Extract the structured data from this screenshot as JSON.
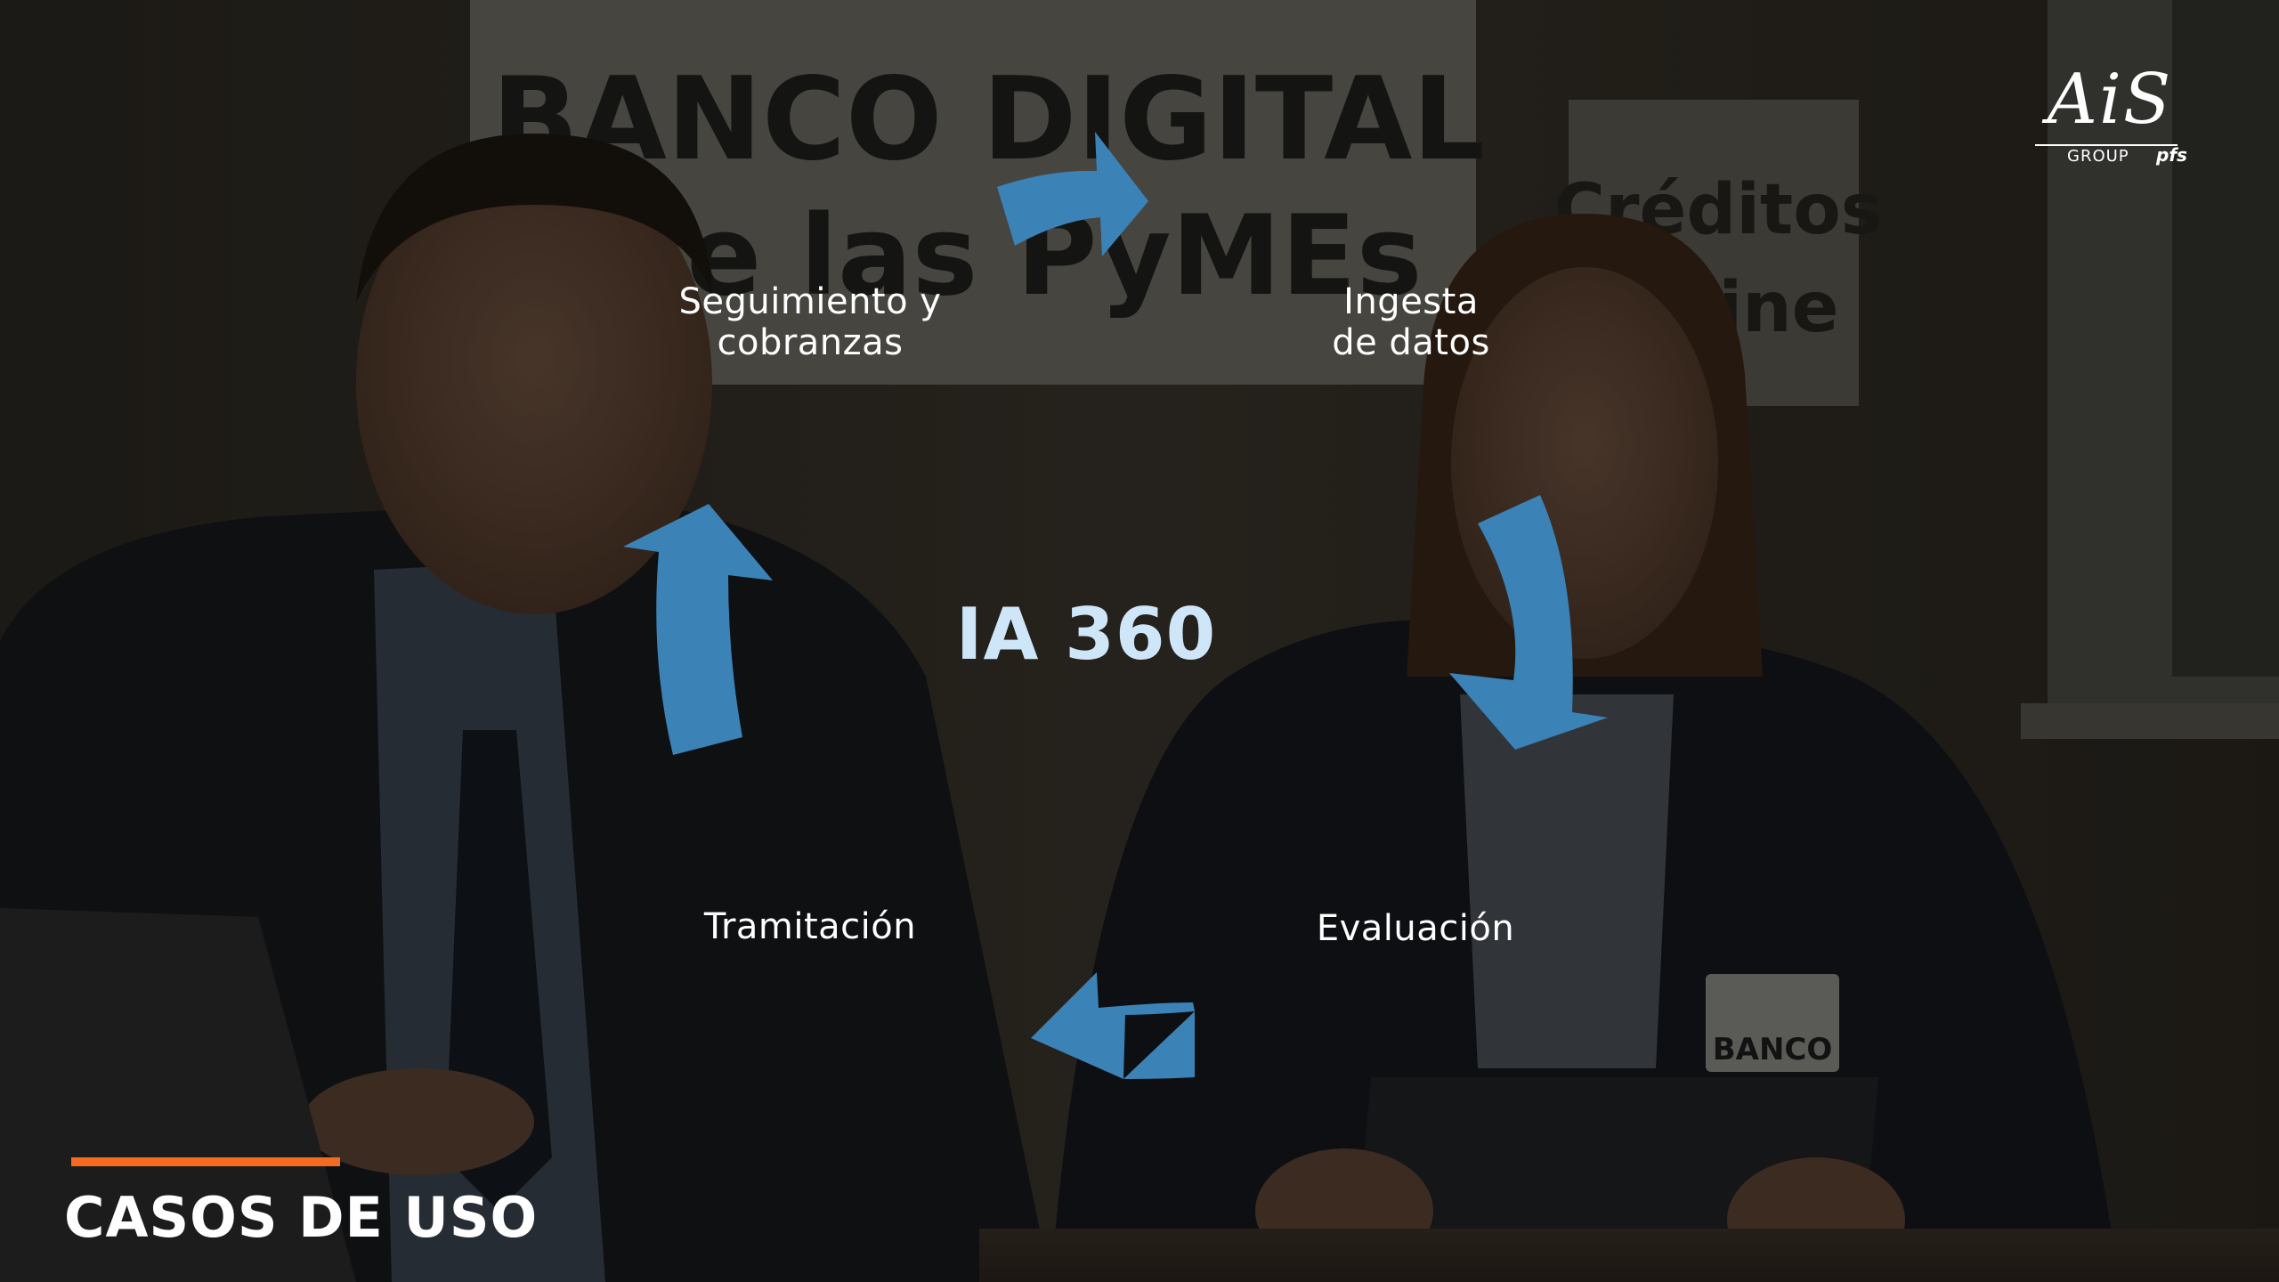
{
  "slide": {
    "center_title": "IA 360",
    "section_title": "CASOS DE USO",
    "accent_color": "#f26b21",
    "arrow_color": "#3b82b6"
  },
  "cycle": {
    "steps": [
      {
        "label_line1": "Ingesta",
        "label_line2": "de datos"
      },
      {
        "label": "Evaluación"
      },
      {
        "label": "Tramitación"
      },
      {
        "label_line1": "Seguimiento y",
        "label_line2": "cobranzas"
      }
    ]
  },
  "logo": {
    "main": "AiS",
    "sub": "GROUP",
    "brand": "pfs"
  },
  "background": {
    "sign_text_line1": "BANCO DIGITAL",
    "sign_text_line2": "de las PyMEs",
    "side_sign_line1": "Créditos",
    "side_sign_line2": "online",
    "badge_text": "BANCO"
  }
}
